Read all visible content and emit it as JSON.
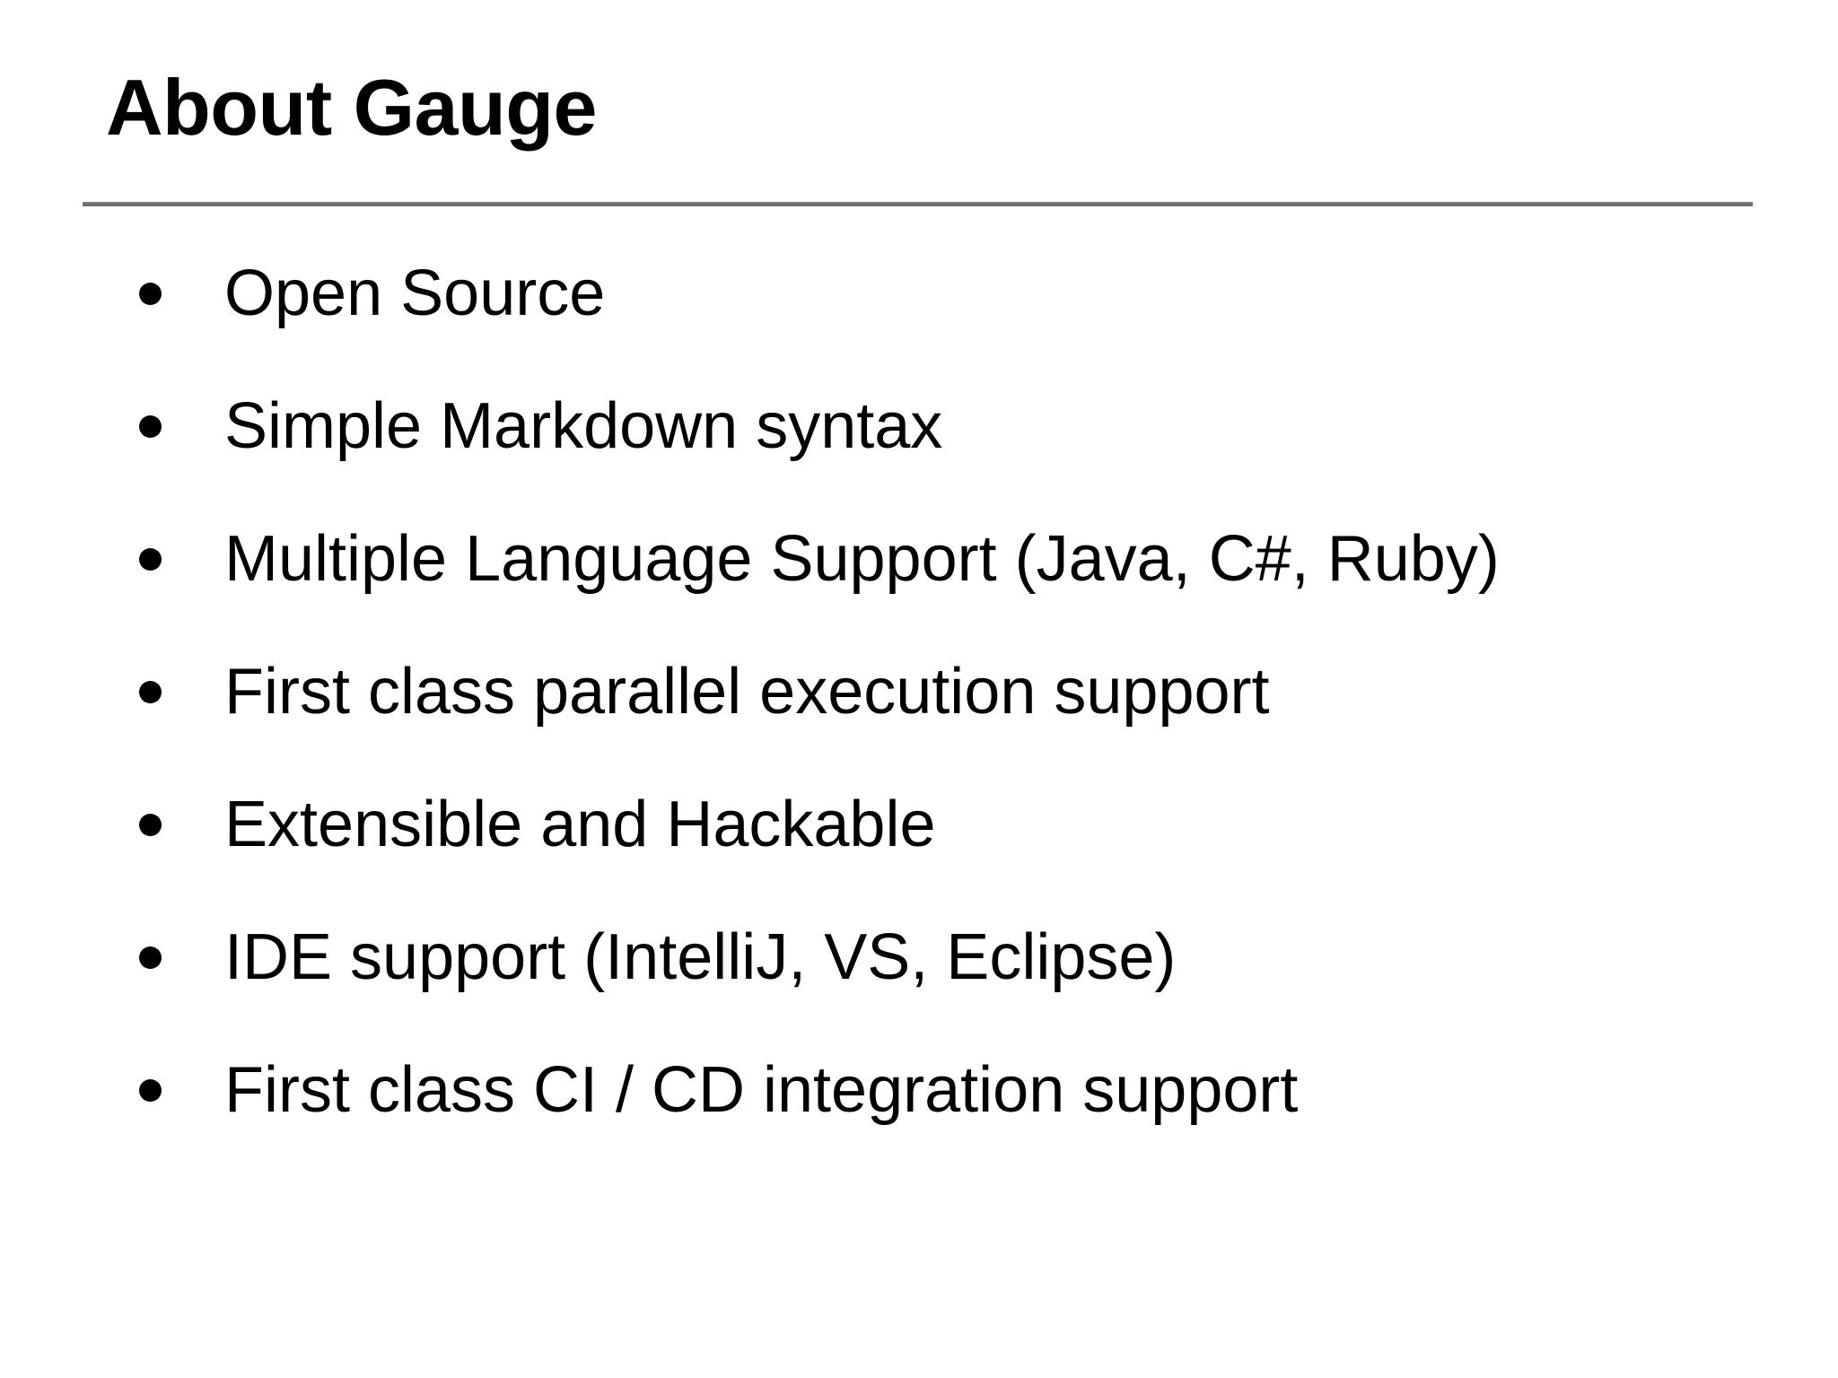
{
  "slide": {
    "title": "About Gauge",
    "divider_color": "#6e6e6e",
    "background_color": "#ffffff",
    "text_color": "#000000",
    "bullet_marker": "filled-circle",
    "bullets": [
      {
        "text": "Open Source"
      },
      {
        "text": "Simple Markdown syntax"
      },
      {
        "text": "Multiple Language Support (Java, C#, Ruby)"
      },
      {
        "text": "First class parallel execution support"
      },
      {
        "text": "Extensible and Hackable"
      },
      {
        "text": "IDE support (IntelliJ, VS, Eclipse)"
      },
      {
        "text": "First class CI / CD integration support"
      }
    ]
  }
}
